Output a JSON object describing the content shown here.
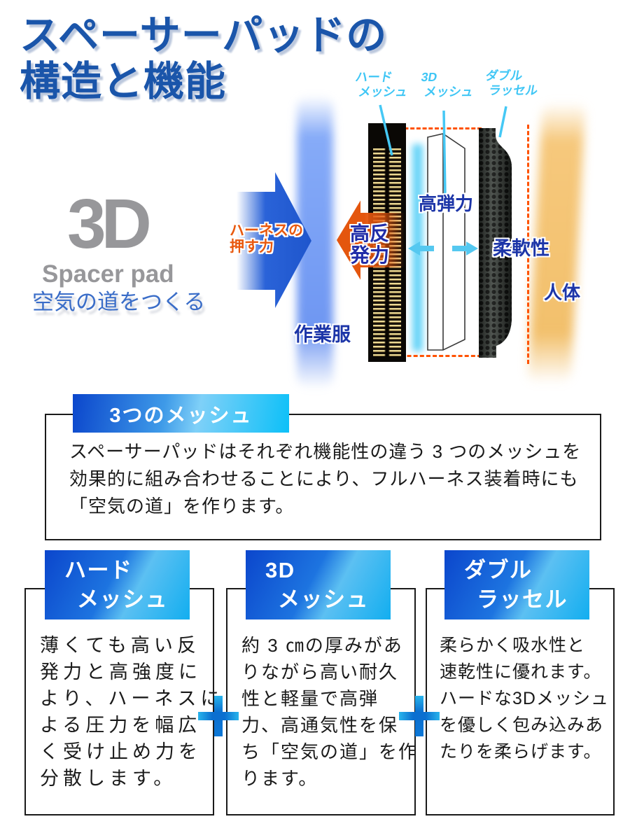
{
  "colors": {
    "title_blue": "#1a55aa",
    "label_blue": "#1c35a8",
    "label_cyan": "#3fc6f5",
    "label_orange": "#e8590f",
    "arrow_blue": "#2a63d8",
    "arrow_orange": "#e4560e",
    "dash_orange": "#ff5200",
    "header_gradient_start": "#0b46cc",
    "header_gradient_end": "#0cc0f8",
    "logo_gray": "#97979a",
    "plus_blue": "#0b6fd0",
    "workwear_band": "#6f97f2",
    "human_band": "#f6c87c"
  },
  "header": {
    "title": "スペーサーパッドの\n構造と機能"
  },
  "logo": {
    "big": "3D",
    "name": "Spacer pad",
    "tagline": "空気の道をつくる"
  },
  "diagram": {
    "layers": [
      {
        "label_line1": "ハード",
        "label_line2": "メッシュ"
      },
      {
        "label_line1": "3D",
        "label_line2": "メッシュ"
      },
      {
        "label_line1": "ダブル",
        "label_line2": "ラッセル"
      }
    ],
    "push_force": "ハーネスの\n押す力",
    "rebound": "高反\n発力",
    "high_elasticity": "高弾力",
    "flexibility": "柔軟性",
    "workwear": "作業服",
    "human_body": "人体"
  },
  "mesh_section": {
    "heading": "3つのメッシュ",
    "body": "スペーサーパッドはそれぞれ機能性の違う 3 つのメッシュを\n効果的に組み合わせることにより、フルハーネス装着時にも\n「空気の道」を作ります。"
  },
  "columns": [
    {
      "title_line1": "ハード",
      "title_line2": "メッシュ",
      "body": "薄くても高い反\n発力と高強度に\nより、ハーネスに\nよる圧力を幅広\nく受け止め力を\n分散します。"
    },
    {
      "title_line1": "3D",
      "title_line2": "メッシュ",
      "body": "約 3 ㎝の厚みがあ\nりながら高い耐久\n性と軽量で高弾\n力、高通気性を保\nち「空気の道」を作\nります。"
    },
    {
      "title_line1": "ダブル",
      "title_line2": "ラッセル",
      "body": "柔らかく吸水性と\n速乾性に優れます。\nハードな3Dメッシュ\nを優しく包み込みあ\nたりを柔らげます。"
    }
  ]
}
